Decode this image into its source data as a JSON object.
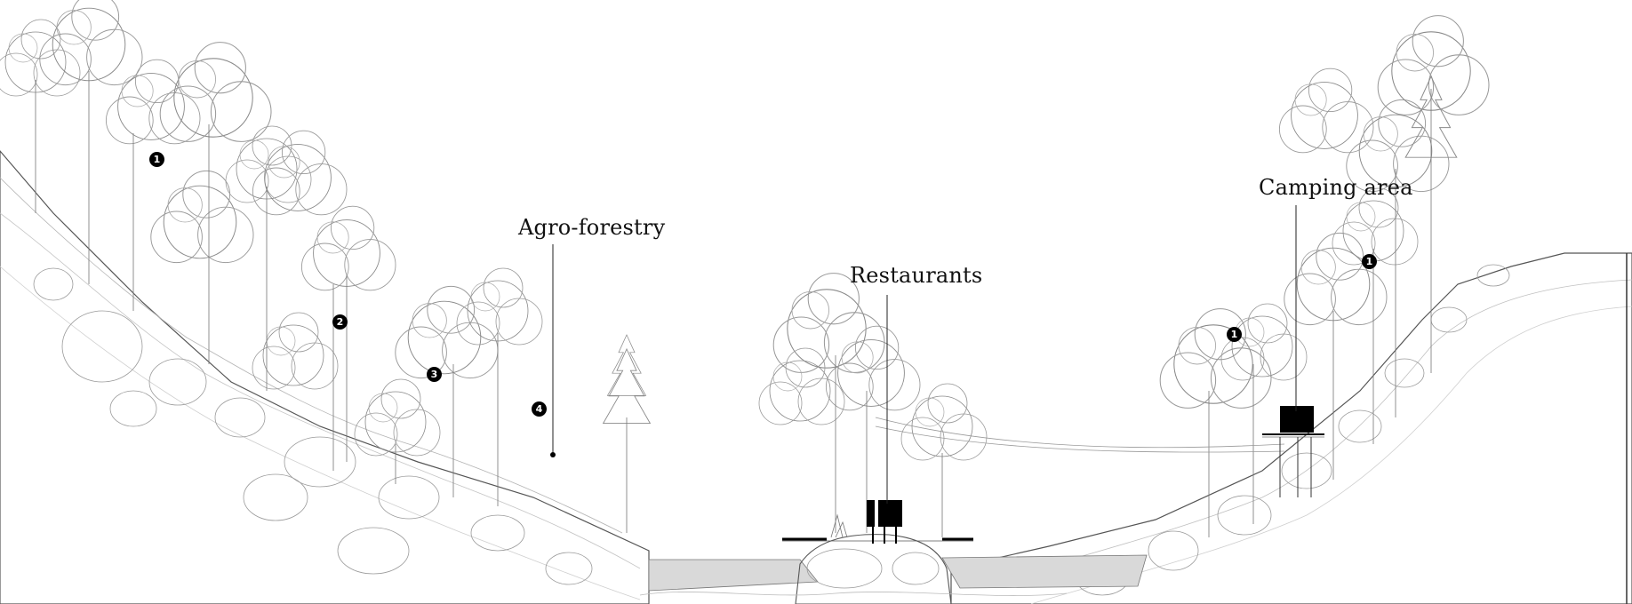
{
  "labels": {
    "agro_forestry": "Agro-forestry",
    "restaurants": "Restaurants",
    "camping_area": "Camping area"
  },
  "markers": [
    "1",
    "2",
    "3",
    "4",
    "1",
    "1"
  ],
  "colors": {
    "line": "#4a4a4a",
    "fill_dark": "#000000",
    "water": "#d9d9d9"
  }
}
